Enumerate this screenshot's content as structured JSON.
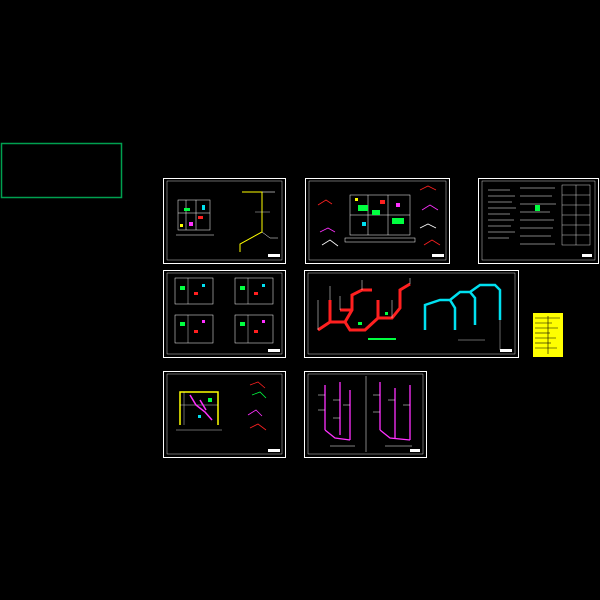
{
  "viewer": {
    "background": "#000000"
  },
  "colors": {
    "frame": "#ffffff",
    "title_block": "#ffff00",
    "red": "#ff2020",
    "green": "#00ff40",
    "cyan": "#00e0f0",
    "yellow": "#ffff00",
    "magenta": "#ff30ff",
    "blue": "#4040ff",
    "white": "#ffffff",
    "outline_green": "#00a050"
  },
  "sheets": [
    {
      "id": "floor-plan-1",
      "kind": "plan-with-riser"
    },
    {
      "id": "floor-plan-2",
      "kind": "detail-plan"
    },
    {
      "id": "notes-sheet",
      "kind": "notes-table"
    },
    {
      "id": "floor-plans-four",
      "kind": "four-plans"
    },
    {
      "id": "system-diagram",
      "kind": "isometric"
    },
    {
      "id": "title-block",
      "kind": "title"
    },
    {
      "id": "partial-plan",
      "kind": "partial"
    },
    {
      "id": "riser-diagram",
      "kind": "risers"
    }
  ]
}
